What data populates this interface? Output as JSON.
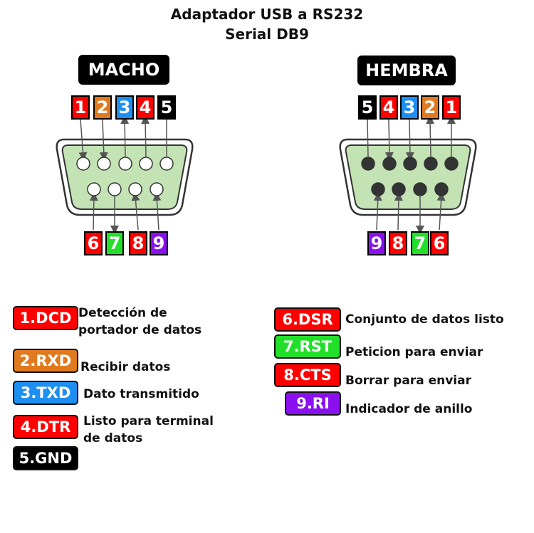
{
  "title": {
    "line1": "Adaptador USB a RS232",
    "line2": "Serial DB9"
  },
  "male": {
    "label": "MACHO",
    "top_pins": [
      "1",
      "2",
      "3",
      "4",
      "5"
    ],
    "bottom_pins": [
      "6",
      "7",
      "8",
      "9"
    ]
  },
  "female": {
    "label": "HEMBRA",
    "top_pins": [
      "5",
      "4",
      "3",
      "2",
      "1"
    ],
    "bottom_pins": [
      "9",
      "8",
      "7",
      "6"
    ]
  },
  "colors": {
    "1": "#ff0000",
    "2": "#e07a1f",
    "3": "#1e8ff0",
    "4": "#ff0000",
    "5": "#000000",
    "6": "#ff0000",
    "7": "#22e02a",
    "8": "#ff0000",
    "9": "#8a10f0",
    "shell": "#c3e3b5"
  },
  "legend": [
    {
      "pin": "1",
      "label": "1.DCD",
      "text": "Detección de portador de datos"
    },
    {
      "pin": "2",
      "label": "2.RXD",
      "text": "Recibir datos"
    },
    {
      "pin": "3",
      "label": "3.TXD",
      "text": "Dato transmitido"
    },
    {
      "pin": "4",
      "label": "4.DTR",
      "text": "Listo para terminal de datos"
    },
    {
      "pin": "5",
      "label": "5.GND",
      "text": ""
    },
    {
      "pin": "6",
      "label": "6.DSR",
      "text": "Conjunto de datos listo"
    },
    {
      "pin": "7",
      "label": "7.RST",
      "text": "Peticion para enviar"
    },
    {
      "pin": "8",
      "label": "8.CTS",
      "text": "Borrar para enviar"
    },
    {
      "pin": "9",
      "label": "9.RI",
      "text": "Indicador de anillo"
    }
  ]
}
